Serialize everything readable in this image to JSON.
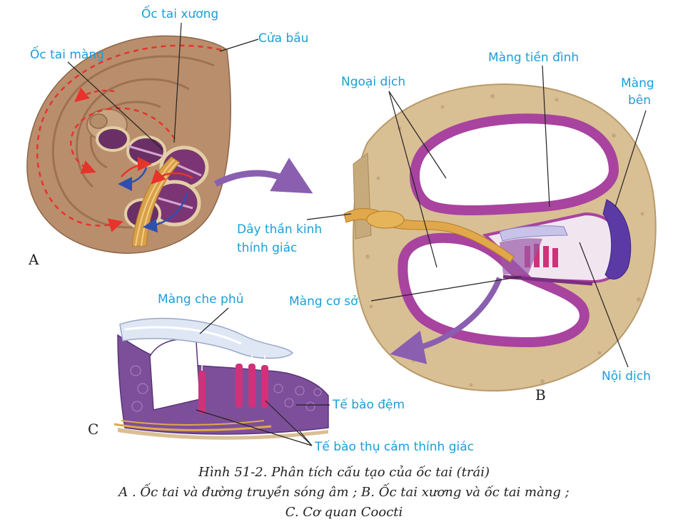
{
  "labels": {
    "oc_tai_xuong": "Ốc tai xương",
    "cua_bau": "Cửa bầu",
    "oc_tai_mang": "Ốc tai màng",
    "mang_tien_dinh": "Màng tiền đình",
    "ngoai_dich": "Ngoại dịch",
    "mang_ben_1": "Màng",
    "mang_ben_2": "bên",
    "day_than_kinh_1": "Dây thần kinh",
    "day_than_kinh_2": "thính giác",
    "mang_co_so": "Màng cơ sở",
    "mang_che_phu": "Màng che phủ",
    "noi_dich": "Nội dịch",
    "te_bao_dem": "Tế bào đệm",
    "te_bao_thu_cam": "Tế bào thụ cảm thính giác"
  },
  "panels": {
    "a": "A",
    "b": "B",
    "c": "C"
  },
  "caption": {
    "line1": "Hình 51-2. Phân tích cấu tạo của ốc tai (trái)",
    "line2": "A . Ốc tai và đường truyền sóng âm ; B. Ốc tai xương và ốc tai màng ;",
    "line3": "C. Cơ quan Coocti"
  },
  "colors": {
    "label": "#1a9fd8",
    "bone": "#d9bf94",
    "membrane": "#a8439f",
    "wave": "#e8322c",
    "nerve": "#e0a84a"
  }
}
